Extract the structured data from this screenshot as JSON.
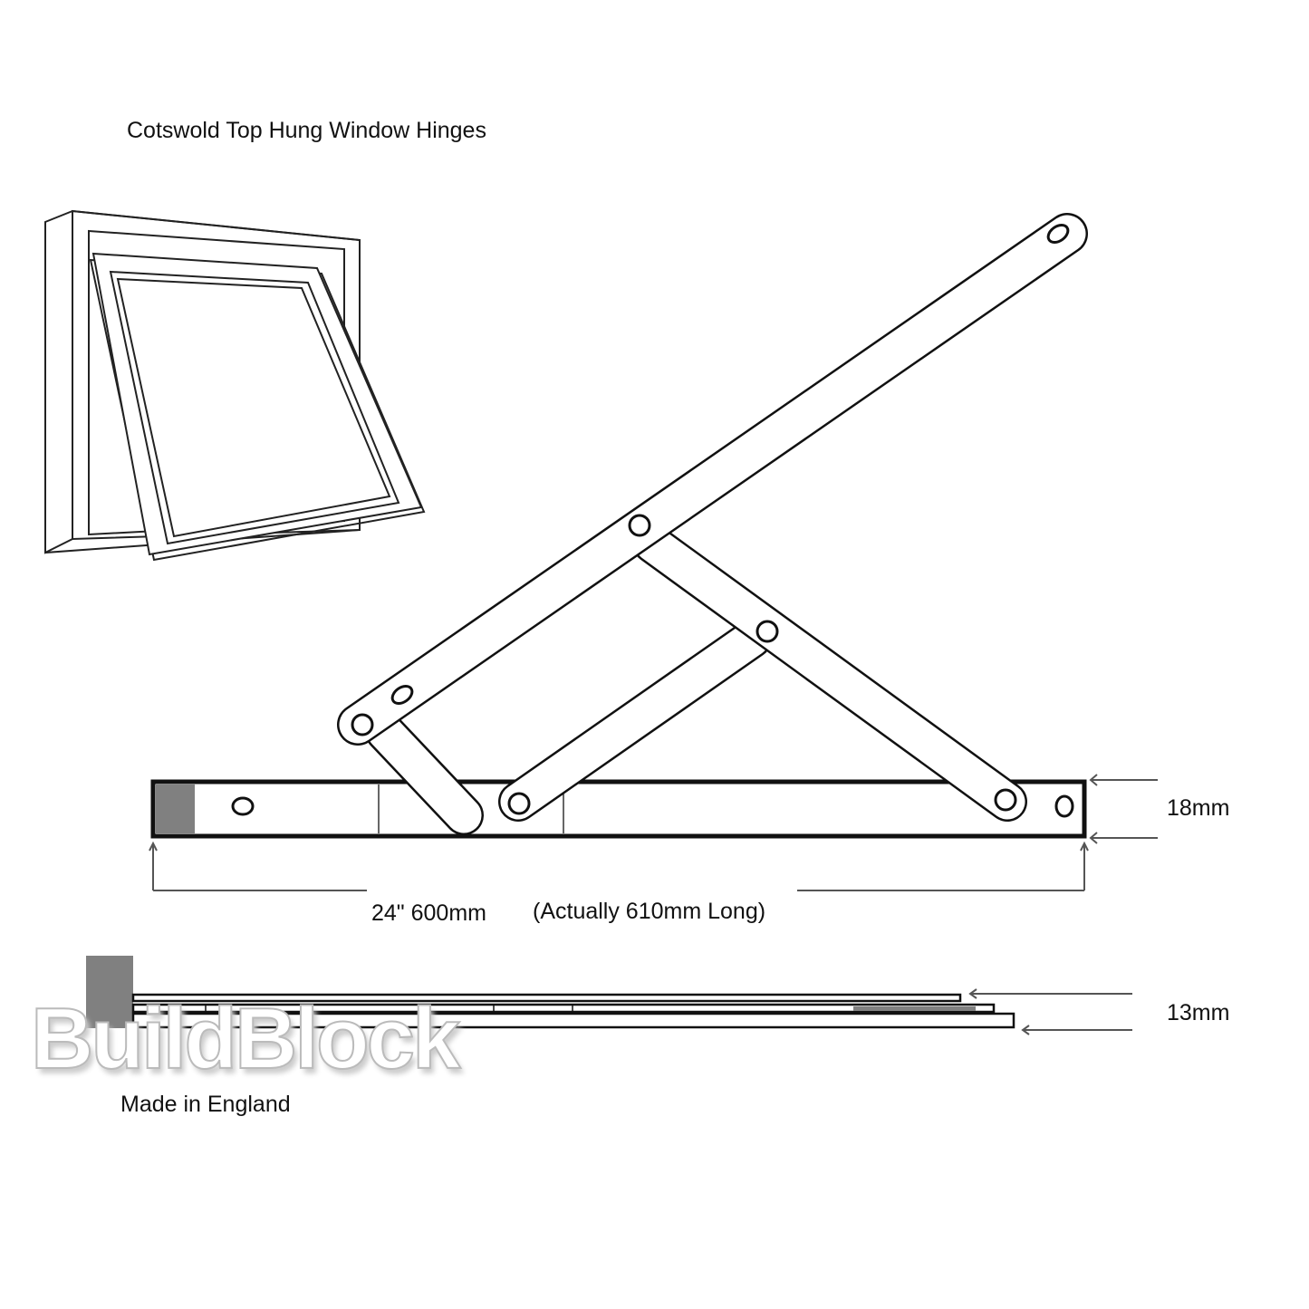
{
  "title": "Cotswold Top Hung Window Hinges",
  "dimensions": {
    "height_side": "18mm",
    "length": "24\" 600mm",
    "length_note": "(Actually 610mm Long)",
    "thickness": "13mm"
  },
  "watermark": "BuildBlock",
  "origin": "Made in England",
  "colors": {
    "line": "#111111",
    "fill_grey": "#808080"
  }
}
